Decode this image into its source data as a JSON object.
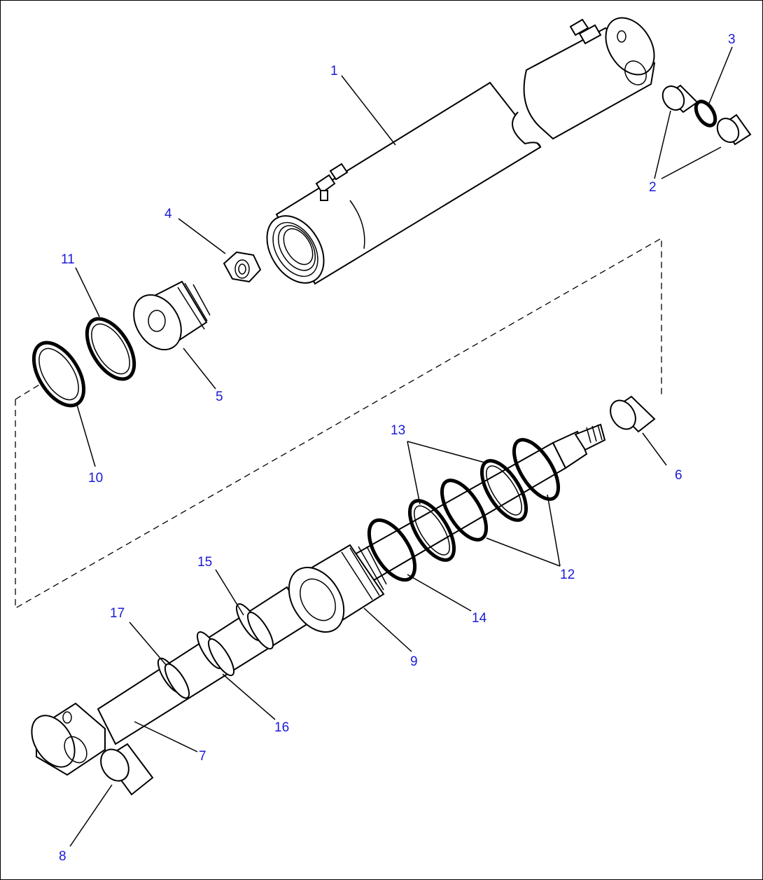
{
  "diagram": {
    "callouts": [
      "1",
      "2",
      "3",
      "4",
      "5",
      "6",
      "7",
      "8",
      "9",
      "10",
      "11",
      "12",
      "13",
      "14",
      "15",
      "16",
      "17"
    ],
    "colors": {
      "callout_text": "#1a1ad6",
      "line": "#000000",
      "background": "#ffffff"
    }
  }
}
